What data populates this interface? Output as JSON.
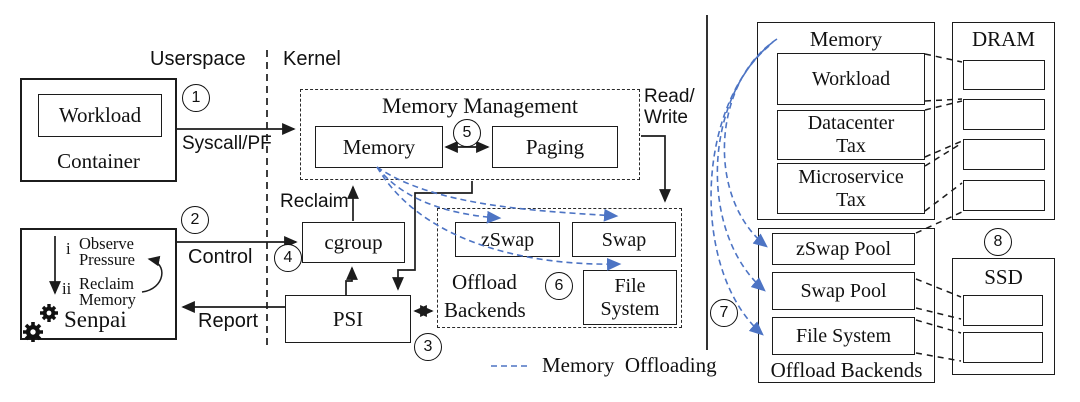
{
  "labels": {
    "userspace": "Userspace",
    "kernel": "Kernel",
    "syscall": "Syscall/PF",
    "control": "Control",
    "report": "Report",
    "reclaim": "Reclaim",
    "read_write": [
      "Read/",
      "Write"
    ]
  },
  "steps": [
    "1",
    "2",
    "3",
    "4",
    "5",
    "6",
    "7",
    "8"
  ],
  "left": {
    "container": {
      "title": "Container",
      "workload": "Workload"
    },
    "senpai": {
      "title": "Senpai",
      "step1_num": "i",
      "step1": [
        "Observe",
        "Pressure"
      ],
      "step2_num": "ii",
      "step2": [
        "Reclaim",
        "Memory"
      ]
    },
    "mm": {
      "title": "Memory Management",
      "memory": "Memory",
      "paging": "Paging"
    },
    "cgroup": "cgroup",
    "psi": "PSI",
    "offload": {
      "label": [
        "Offload",
        "Backends"
      ],
      "zswap": "zSwap",
      "swap": "Swap",
      "fs": [
        "File",
        "System"
      ]
    }
  },
  "right": {
    "memory": {
      "title": "Memory",
      "segments": [
        [
          "Workload"
        ],
        [
          "Datacenter",
          "Tax"
        ],
        [
          "Microservice",
          "Tax"
        ]
      ]
    },
    "dram": {
      "title": "DRAM"
    },
    "backends": {
      "items": [
        "zSwap Pool",
        "Swap Pool",
        "File System"
      ],
      "caption": "Offload Backends"
    },
    "ssd": {
      "title": "SSD"
    }
  },
  "legend": {
    "label": "Memory  Offloading"
  },
  "colors": {
    "offload_arrow": "#4d74c4",
    "line": "#1c1c1c"
  }
}
